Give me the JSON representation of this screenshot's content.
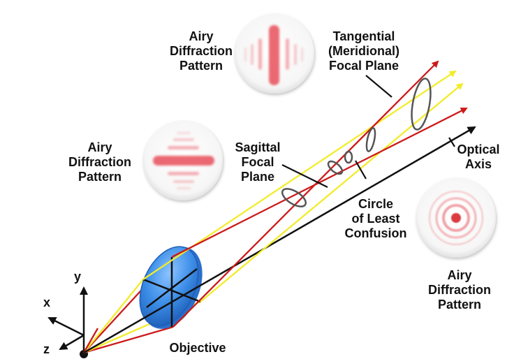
{
  "labels": {
    "airy_top": [
      "Airy",
      "Diffraction",
      "Pattern"
    ],
    "airy_left": [
      "Airy",
      "Diffraction",
      "Pattern"
    ],
    "airy_right": [
      "Airy",
      "Diffraction",
      "Pattern"
    ],
    "tangential": [
      "Tangential",
      "(Meridional)",
      "Focal Plane"
    ],
    "sagittal": [
      "Sagittal",
      "Focal",
      "Plane"
    ],
    "circle_least": [
      "Circle",
      "of Least",
      "Confusion"
    ],
    "optical_axis": [
      "Optical",
      "Axis"
    ],
    "objective": "Objective",
    "axis_x": "x",
    "axis_y": "y",
    "axis_z": "z"
  },
  "colors": {
    "red_ray": "#cc1a1a",
    "yellow_ray": "#f2ec2a",
    "optical_axis": "#111111",
    "lens": "#3d8ee8",
    "ellipse": "#555555",
    "airy_pink": "#e8505a"
  },
  "icons": {
    "lens": "objective-lens-icon",
    "airy_vertical": "airy-pattern-vertical-icon",
    "airy_horizontal": "airy-pattern-horizontal-icon",
    "airy_rings": "airy-pattern-rings-icon"
  }
}
